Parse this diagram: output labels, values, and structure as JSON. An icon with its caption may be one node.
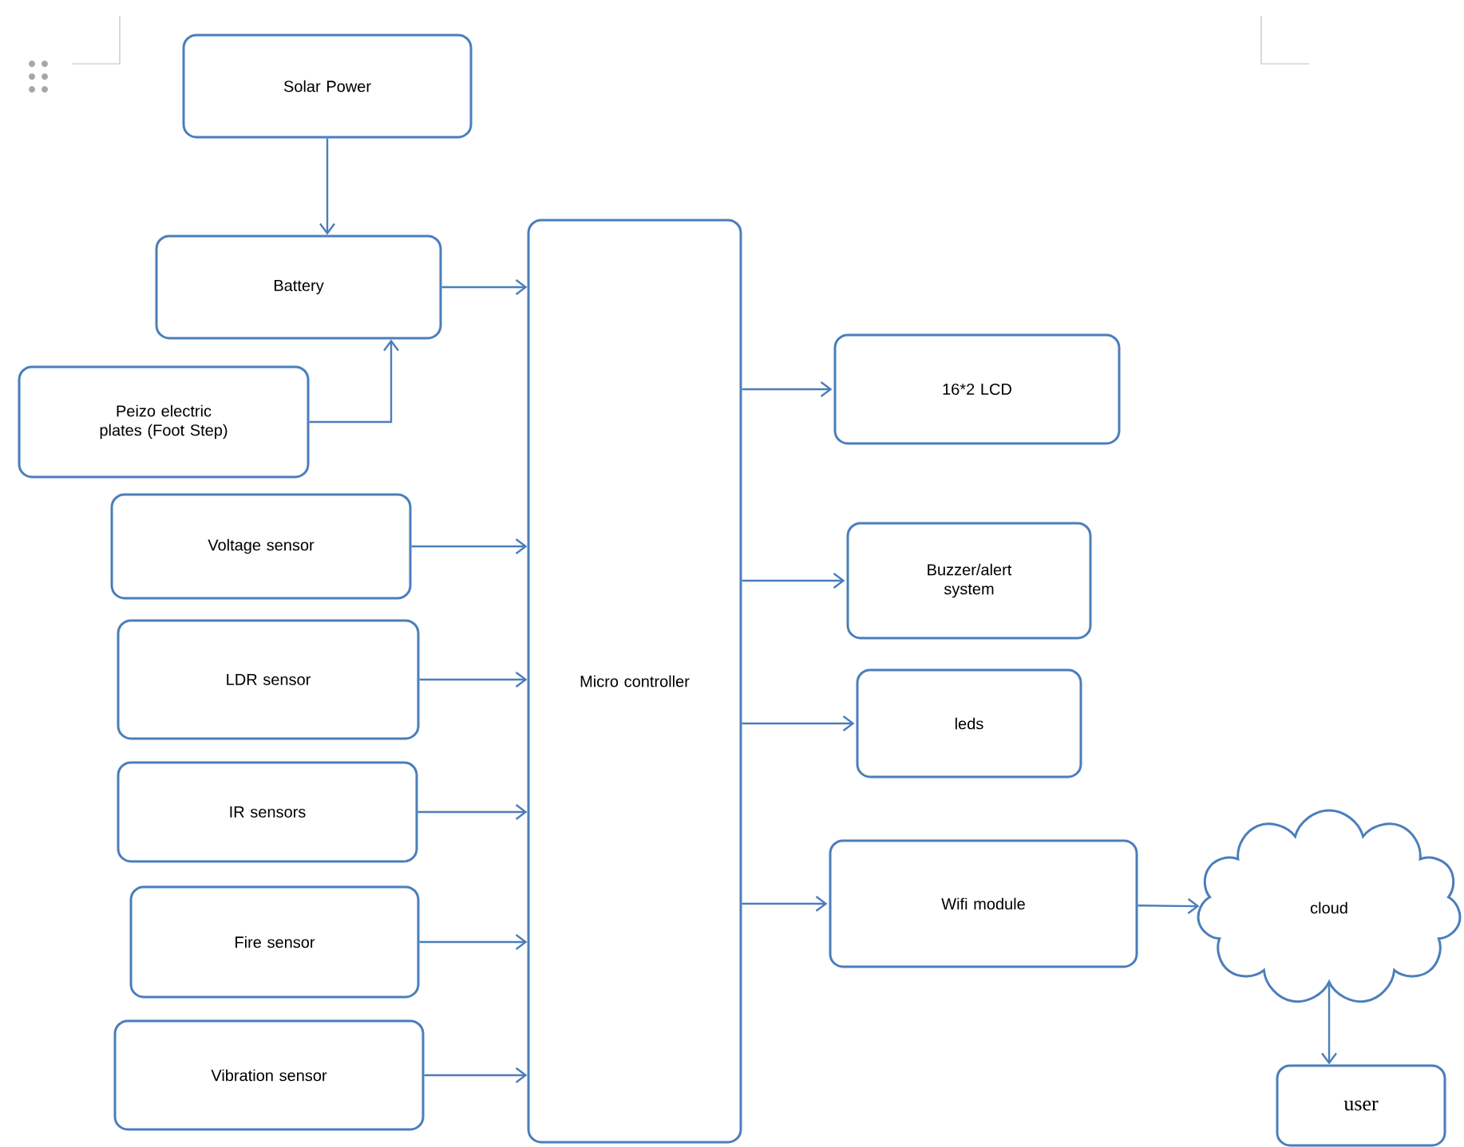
{
  "diagram": {
    "nodes": [
      {
        "text": [
          "Solar Power"
        ]
      },
      {
        "text": [
          "Battery"
        ]
      },
      {
        "text": [
          "Peizo electric plates (Foot Step)"
        ]
      },
      {
        "text": [
          "Voltage sensor"
        ]
      },
      {
        "text": [
          "LDR sensor"
        ]
      },
      {
        "text": [
          "IR sensors"
        ]
      },
      {
        "text": [
          "Fire sensor"
        ]
      },
      {
        "text": [
          "Vibration sensor"
        ]
      },
      {
        "text": [
          "Micro controller"
        ]
      },
      {
        "text": [
          "16*2 LCD"
        ]
      },
      {
        "text": [
          "Buzzer/alert system"
        ]
      },
      {
        "text": [
          "leds"
        ]
      },
      {
        "text": [
          "Wifi module"
        ]
      },
      {
        "text": [
          "cloud"
        ]
      },
      {
        "text": [
          "user"
        ]
      }
    ],
    "edges": [
      {
        "from": 0,
        "to": 1,
        "arrow": "to"
      },
      {
        "from": 2,
        "to": 1,
        "arrow": "to"
      },
      {
        "from": 1,
        "to": 8,
        "arrow": "to"
      },
      {
        "from": 3,
        "to": 8,
        "arrow": "to"
      },
      {
        "from": 4,
        "to": 8,
        "arrow": "to"
      },
      {
        "from": 5,
        "to": 8,
        "arrow": "to"
      },
      {
        "from": 6,
        "to": 8,
        "arrow": "to"
      },
      {
        "from": 7,
        "to": 8,
        "arrow": "to"
      },
      {
        "from": 8,
        "to": 9,
        "arrow": "to"
      },
      {
        "from": 8,
        "to": 10,
        "arrow": "to"
      },
      {
        "from": 8,
        "to": 11,
        "arrow": "to"
      },
      {
        "from": 8,
        "to": 12,
        "arrow": "to"
      },
      {
        "from": 12,
        "to": 13,
        "arrow": "to"
      },
      {
        "from": 13,
        "to": 14,
        "arrow": "to"
      }
    ]
  }
}
